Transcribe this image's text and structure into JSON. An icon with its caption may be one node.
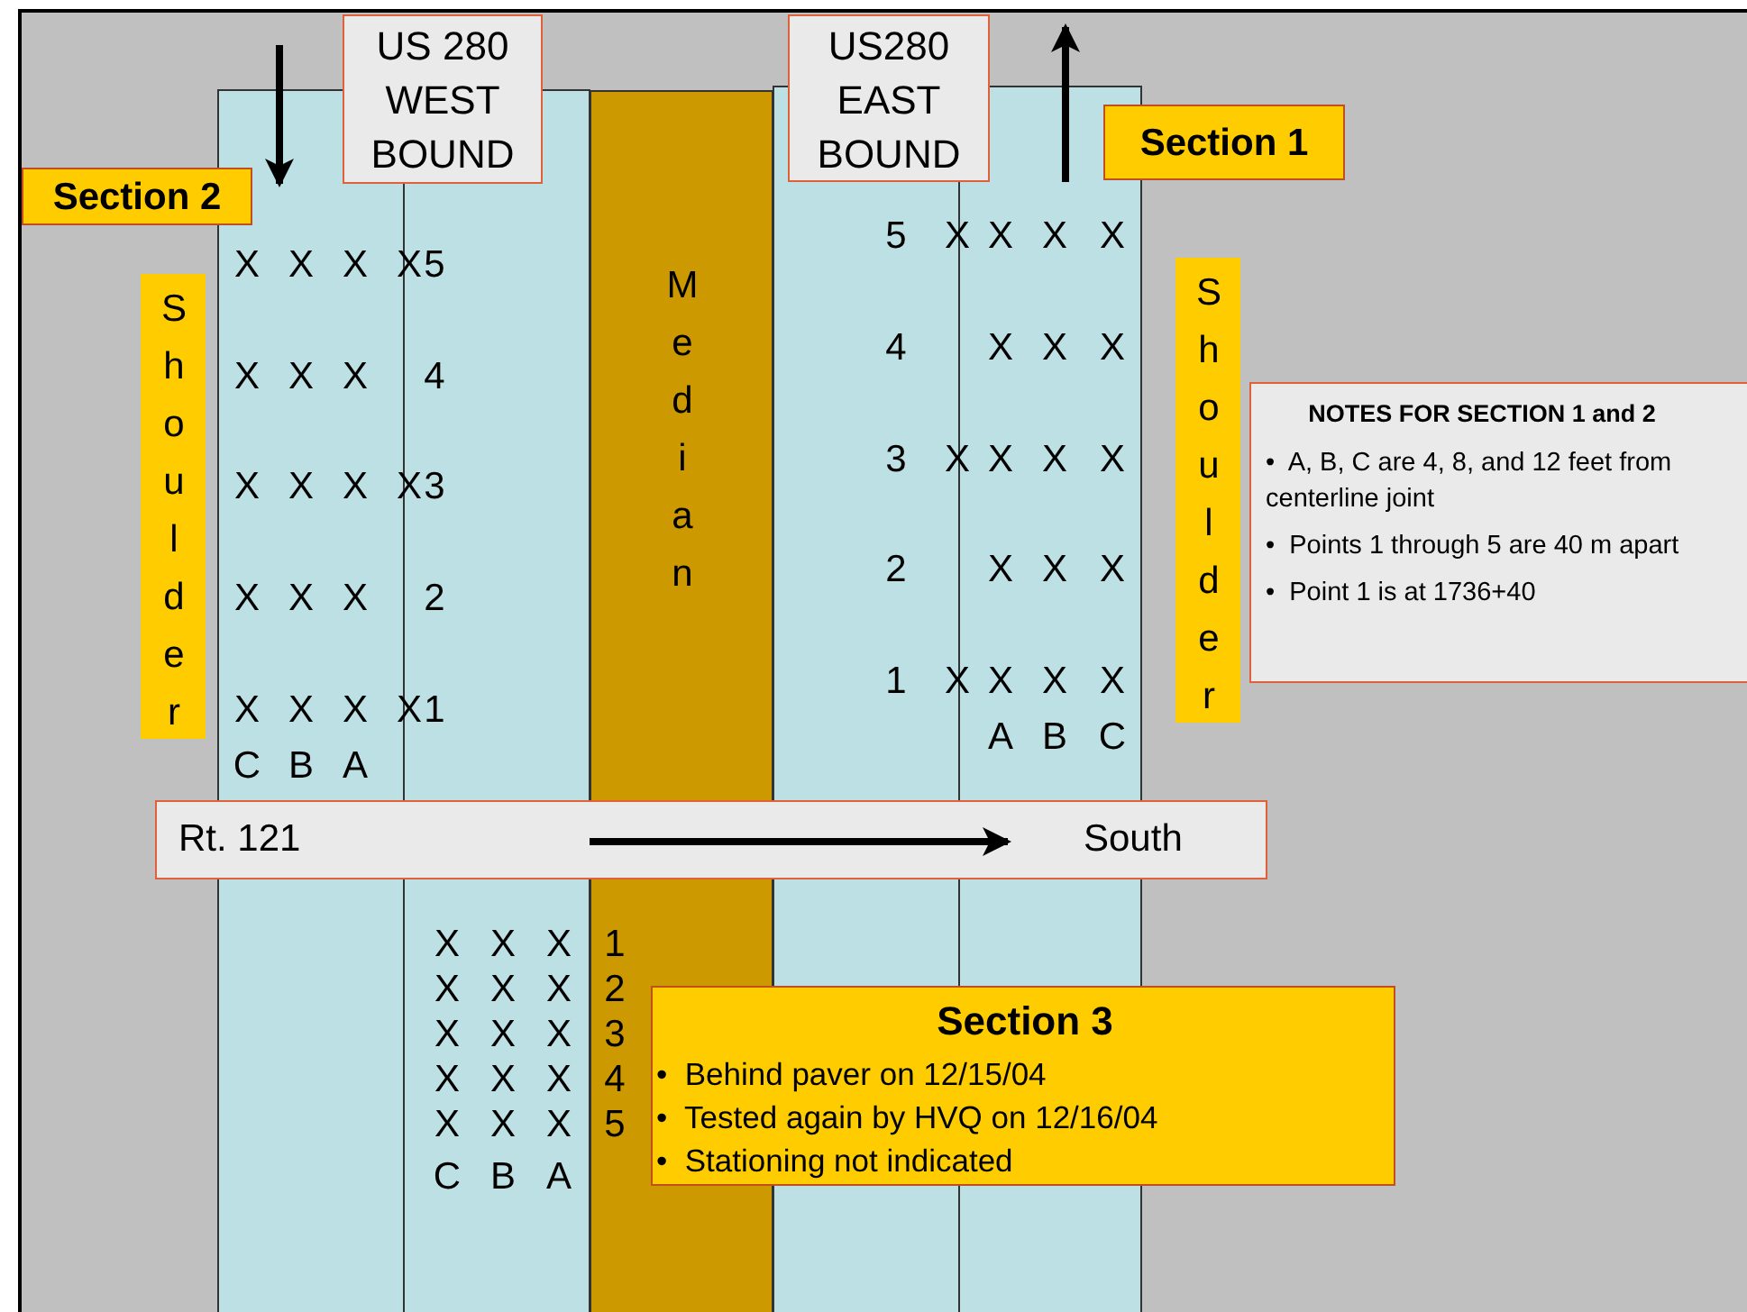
{
  "diagram": {
    "nodes": [
      {
        "text": [
          "US 280 WEST BOUND"
        ]
      },
      {
        "text": [
          "US280 EAST BOUND"
        ]
      },
      {
        "text": [
          "Section 1"
        ]
      },
      {
        "text": [
          "Section 2"
        ]
      },
      {
        "text": [
          "Median"
        ]
      },
      {
        "text": [
          "Shoulder"
        ]
      },
      {
        "text": [
          "Shoulder"
        ]
      },
      {
        "text": [
          "NOTES FOR SECTION 1 and 2",
          "•  A, B, C are 4, 8, and 12 feet from centerline joint",
          "•  Points 1 through 5 are 40 m apart",
          "•  Point 1 is at 1736+40"
        ]
      },
      {
        "text": [
          "Rt. 121",
          "South"
        ]
      },
      {
        "text": [
          "Section 3",
          "•  Behind paver on 12/15/04",
          "•  Tested again by HVQ on 12/16/04",
          "•  Stationing not indicated"
        ]
      }
    ],
    "edges": [],
    "labels": [
      "5",
      "X",
      "X",
      "X",
      "X",
      "X",
      "X",
      "X",
      "X",
      "5",
      "4",
      "X",
      "X",
      "X",
      "X",
      "X",
      "X",
      "4",
      "3",
      "X",
      "X",
      "X",
      "X",
      "X",
      "X",
      "X",
      "X",
      "3",
      "2",
      "X",
      "X",
      "X",
      "X",
      "X",
      "X",
      "2",
      "1",
      "X",
      "X",
      "X",
      "X",
      "X",
      "X",
      "X",
      "X",
      "1",
      "A",
      "B",
      "C",
      "C",
      "B",
      "A",
      "X",
      "X",
      "X",
      "1",
      "X",
      "X",
      "X",
      "2",
      "X",
      "X",
      "X",
      "3",
      "X",
      "X",
      "X",
      "4",
      "X",
      "X",
      "X",
      "5",
      "C",
      "B",
      "A"
    ]
  }
}
